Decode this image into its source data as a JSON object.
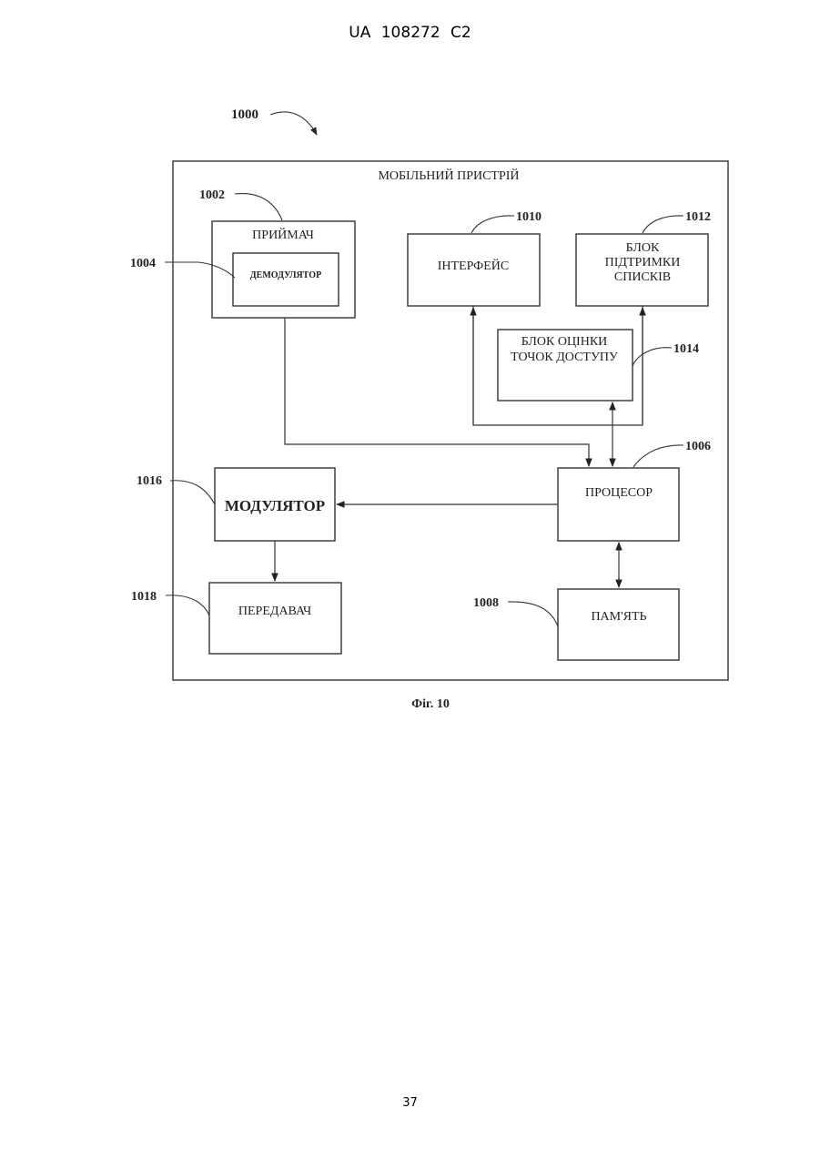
{
  "header": {
    "text": "UA   108272   C2"
  },
  "figure": {
    "ref_label": "1000",
    "caption": "Фіг. 10",
    "outer": {
      "title": "МОБІЛЬНИЙ ПРИСТРІЙ"
    },
    "blocks": {
      "receiver": {
        "ref": "1002",
        "label": "ПРИЙМАЧ"
      },
      "demodulator": {
        "ref": "1004",
        "label": "ДЕМОДУЛЯТОР"
      },
      "interface": {
        "ref": "1010",
        "label": "ІНТЕРФЕЙС"
      },
      "list_support": {
        "ref": "1012",
        "line1": "БЛОК",
        "line2": "ПІДТРИМКИ",
        "line3": "СПИСКІВ"
      },
      "ap_evaluation": {
        "ref": "1014",
        "line1": "БЛОК ОЦІНКИ",
        "line2": "ТОЧОК ДОСТУПУ"
      },
      "processor": {
        "ref": "1006",
        "label": "ПРОЦЕСОР"
      },
      "modulator": {
        "ref": "1016",
        "label": "МОДУЛЯТОР"
      },
      "memory": {
        "ref": "1008",
        "label": "ПАМ'ЯТЬ"
      },
      "transmitter": {
        "ref": "1018",
        "label": "ПЕРЕДАВАЧ"
      }
    }
  },
  "footer": {
    "page_number": "37"
  }
}
